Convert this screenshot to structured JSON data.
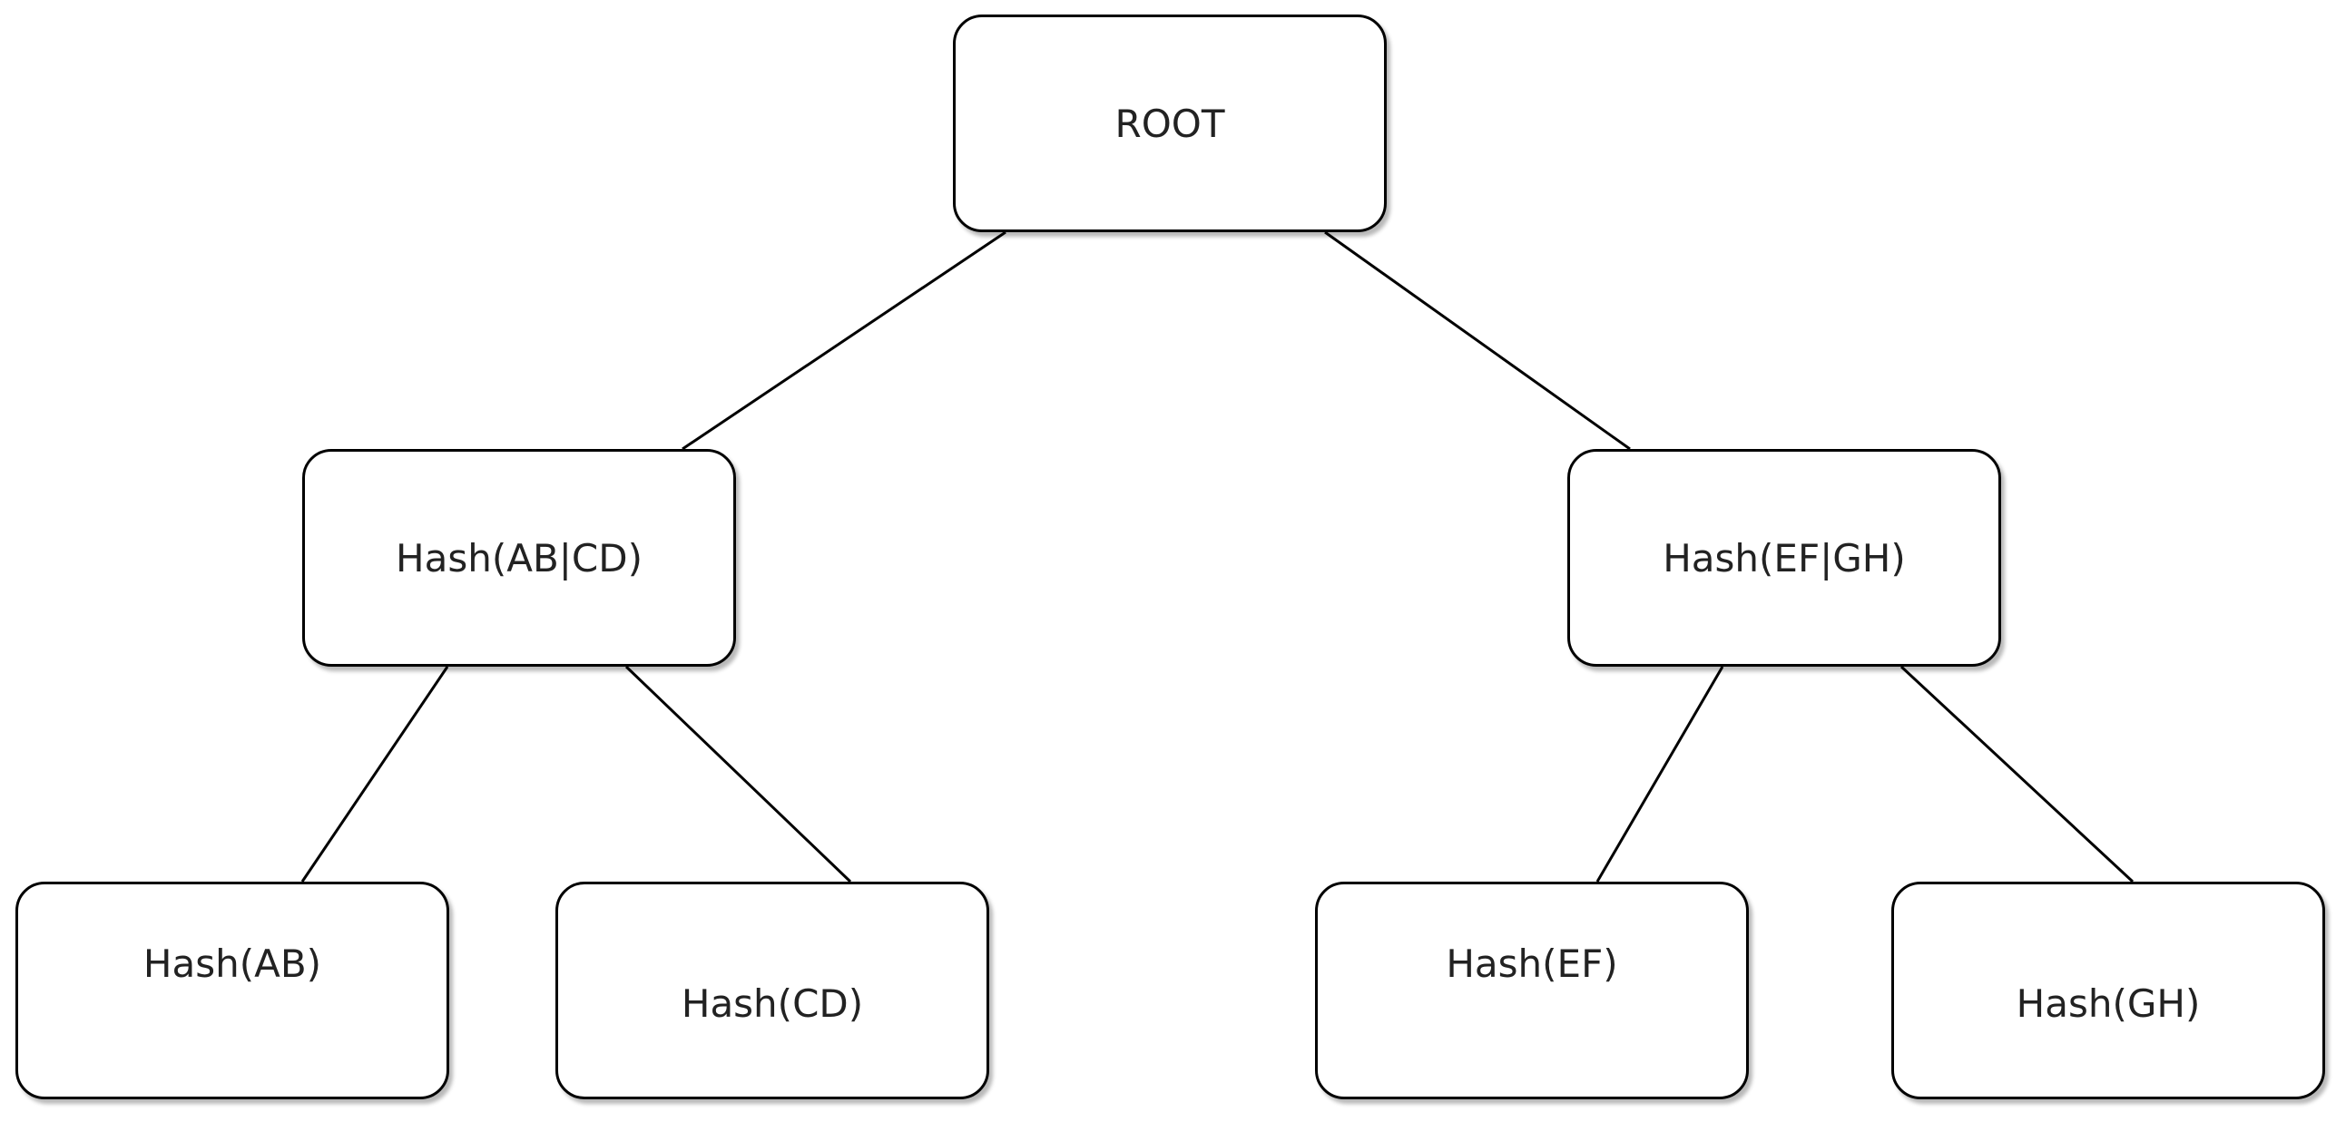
{
  "diagram": {
    "type": "tree",
    "nodes": {
      "root": "ROOT",
      "ab_cd": "Hash(AB|CD)",
      "ef_gh": "Hash(EF|GH)",
      "ab": "Hash(AB)",
      "cd": "Hash(CD)",
      "ef": "Hash(EF)",
      "gh": "Hash(GH)"
    },
    "edges": [
      [
        "root",
        "ab_cd"
      ],
      [
        "root",
        "ef_gh"
      ],
      [
        "ab_cd",
        "ab"
      ],
      [
        "ab_cd",
        "cd"
      ],
      [
        "ef_gh",
        "ef"
      ],
      [
        "ef_gh",
        "gh"
      ]
    ],
    "colors": {
      "stroke": "#000000",
      "text": "#222222",
      "background": "#ffffff"
    }
  }
}
